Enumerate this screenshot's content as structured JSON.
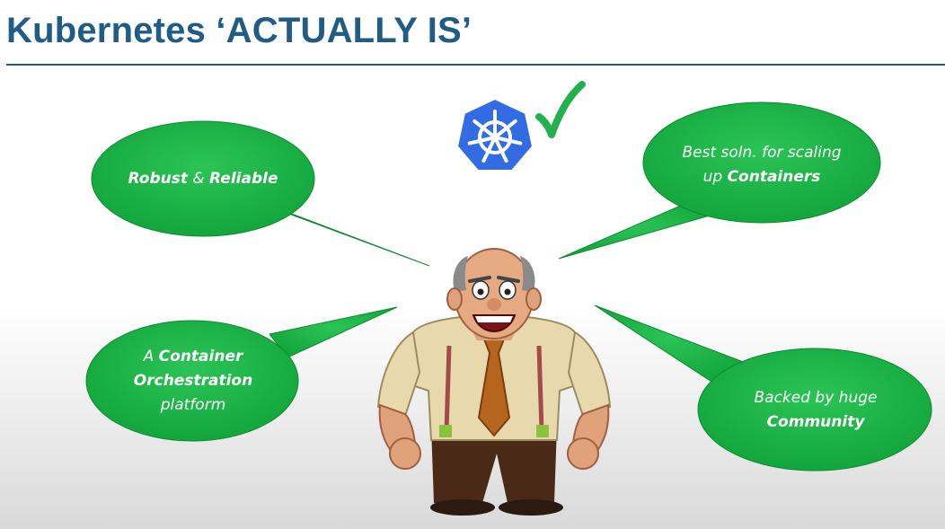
{
  "slide": {
    "title": "Kubernetes ‘ACTUALLY IS’"
  },
  "colors": {
    "title": "#1f5c86",
    "bubble": "#1db84a",
    "bubble_edge": "#0d8a30",
    "logo": "#326ce5",
    "check": "#22b14c"
  },
  "icons": [
    "kubernetes-logo-icon",
    "checkmark-icon",
    "cartoon-man-illustration"
  ],
  "bubbles": {
    "top_left": {
      "b1": "Robust",
      "sep": " & ",
      "b2": "Reliable"
    },
    "top_right": {
      "line1": "Best soln. for scaling",
      "line2_pre": "up ",
      "line2_bold": "Containers"
    },
    "bottom_left": {
      "line1_pre": "A ",
      "line1_bold": "Container",
      "line2_bold": "Orchestration",
      "line3": "platform"
    },
    "bottom_right": {
      "line1": "Backed by huge",
      "line2_bold": "Community"
    }
  }
}
